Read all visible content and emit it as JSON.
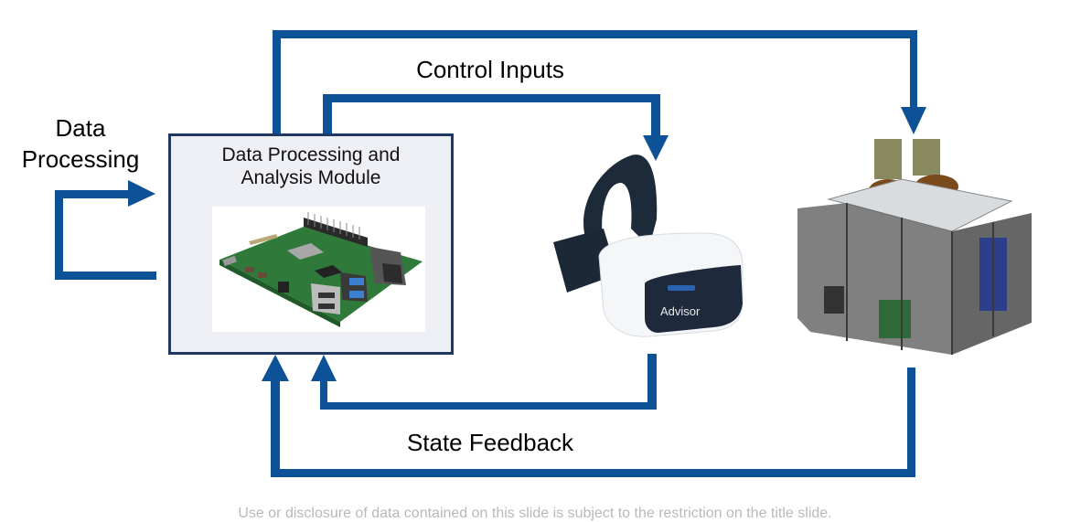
{
  "diagram": {
    "labels": {
      "data_processing": "Data\nProcessing",
      "control_inputs": "Control Inputs",
      "state_feedback": "State Feedback"
    },
    "module": {
      "title_line1": "Data Processing and",
      "title_line2": "Analysis Module",
      "image": "raspberry-pi-board"
    },
    "devices": [
      {
        "name": "vr-headset",
        "brand_text": "Advisor"
      },
      {
        "name": "motion-platform",
        "description": "standing platform with feet on top, transparent enclosure"
      }
    ],
    "footer": "Use or disclosure of data contained on this slide is subject to the restriction on the title slide.",
    "colors": {
      "arrow": "#0d5196",
      "box_border": "#1f3864",
      "box_fill": "#eef0f6",
      "footer_text": "#b9b9b9"
    }
  }
}
